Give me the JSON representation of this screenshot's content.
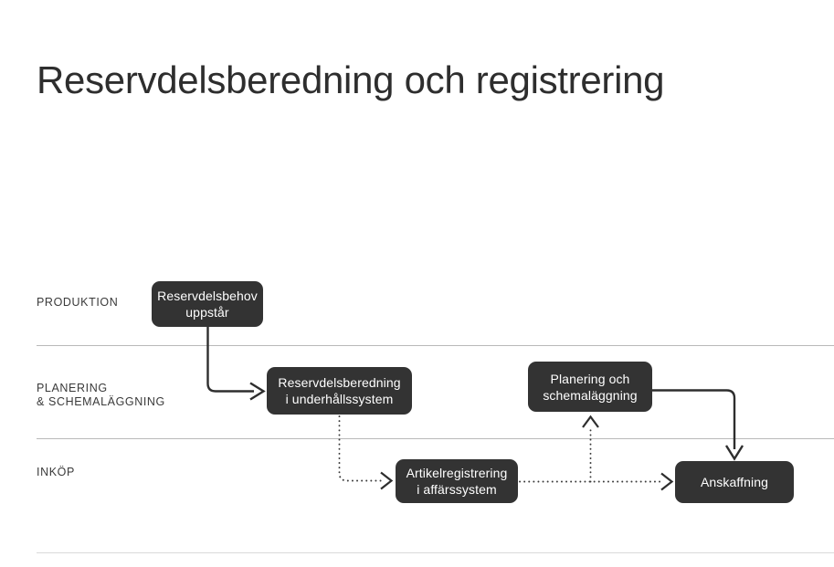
{
  "page": {
    "title": "Reservdelsberedning och registrering",
    "background_color": "#ffffff",
    "node_color": "#333333",
    "node_text_color": "#ffffff",
    "divider_color": "#b9b9b9",
    "connector_color": "#2e2e2e"
  },
  "lanes": [
    {
      "id": "produktion",
      "label": "PRODUKTION"
    },
    {
      "id": "planering",
      "label": "PLANERING\n& SCHEMALÄGGNING"
    },
    {
      "id": "inkop",
      "label": "INKÖP"
    }
  ],
  "nodes": [
    {
      "id": "reservdelsbehov",
      "label": "Reservdelsbehov\nuppstår",
      "lane": "produktion"
    },
    {
      "id": "reservdelsberedning",
      "label": "Reservdelsberedning\ni underhållssystem",
      "lane": "planering"
    },
    {
      "id": "artikelregistrering",
      "label": "Artikelregistrering\ni affärssystem",
      "lane": "inkop"
    },
    {
      "id": "planering",
      "label": "Planering och\nschemaläggning",
      "lane": "planering"
    },
    {
      "id": "anskaffning",
      "label": "Anskaffning",
      "lane": "inkop"
    }
  ],
  "connectors": [
    {
      "id": "behov-to-beredning",
      "from": "reservdelsbehov",
      "to": "reservdelsberedning",
      "style": "solid",
      "arrow": "filled-v"
    },
    {
      "id": "beredning-to-artikel",
      "from": "reservdelsberedning",
      "to": "artikelregistrering",
      "style": "dotted",
      "arrow": "chevron"
    },
    {
      "id": "artikel-to-anskaffning",
      "from": "artikelregistrering",
      "to": "anskaffning",
      "style": "dotted",
      "arrow": "chevron"
    },
    {
      "id": "artikel-to-planering",
      "from": "artikelregistrering",
      "to": "planering",
      "style": "dotted",
      "arrow": "chevron-up"
    },
    {
      "id": "planering-to-anskaffning",
      "from": "planering",
      "to": "anskaffning",
      "style": "solid",
      "arrow": "filled-v"
    }
  ]
}
